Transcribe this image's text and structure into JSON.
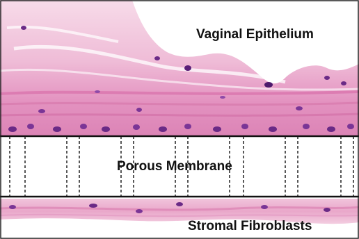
{
  "labels": {
    "epithelium": "Vaginal Epithelium",
    "membrane": "Porous Membrane",
    "fibroblasts": "Stromal Fibroblasts"
  },
  "colors": {
    "background": "#ffffff",
    "tissue_light": "#f4cde2",
    "tissue_mid": "#e8a6c9",
    "tissue_dark": "#d77fb0",
    "nuclei": "#6a2a86",
    "membrane_line": "#111111",
    "text": "#111111"
  },
  "icons": {
    "epithelium_layer": "tissue-texture",
    "membrane_pores": "dashed-pore-rectangles",
    "stromal_layer": "tissue-texture"
  }
}
